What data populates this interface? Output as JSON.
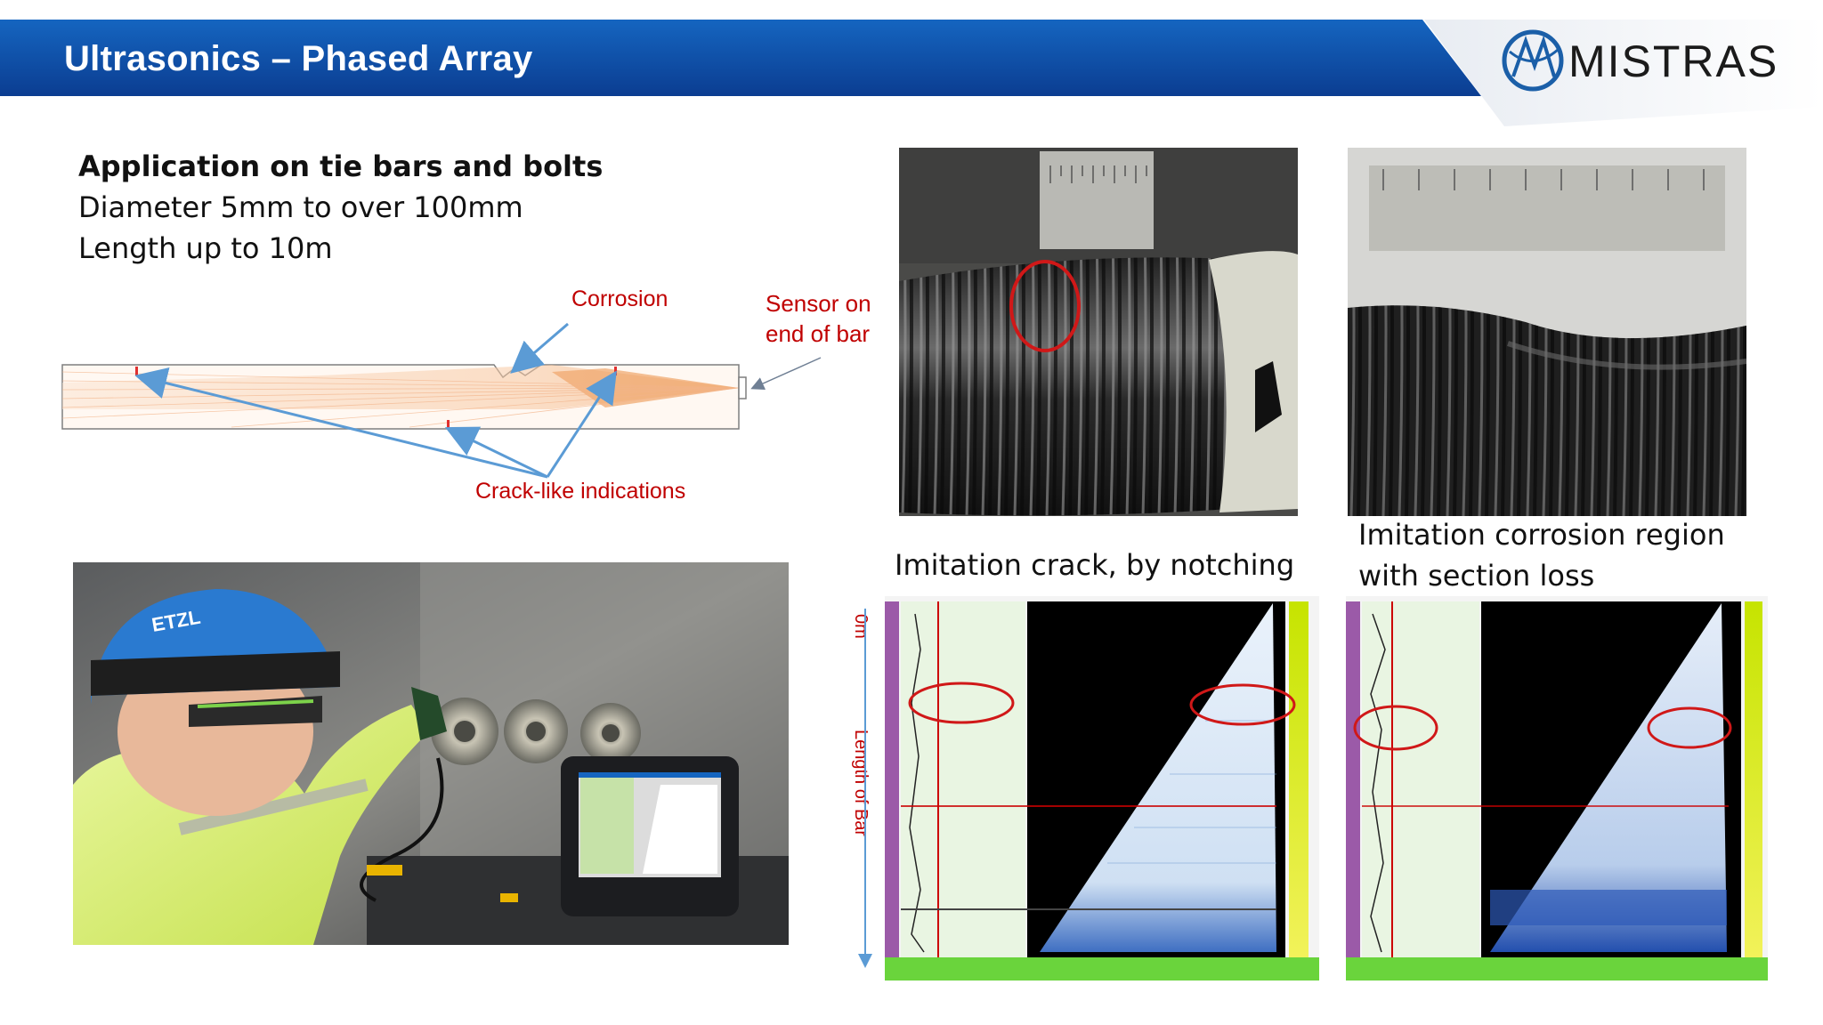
{
  "header": {
    "title": "Ultrasonics – Phased Array",
    "brand": "MISTRAS",
    "band_color": "#0d47a1"
  },
  "intro": {
    "heading": "Application on tie bars and bolts",
    "line1": "Diameter 5mm to over 100mm",
    "line2": "Length up to 10m"
  },
  "diagram": {
    "corrosion_label": "Corrosion",
    "sensor_label_line1": "Sensor on",
    "sensor_label_line2": "end of bar",
    "crack_label": "Crack-like indications",
    "label_color": "#c00000",
    "arrow_color": "#5b9bd5",
    "beam_color": "#f4b183"
  },
  "photos": {
    "crack_caption": "Imitation crack, by notching",
    "corrosion_caption_line1": "Imitation corrosion region",
    "corrosion_caption_line2": "with section loss"
  },
  "scan_axis": {
    "start_label": "0m",
    "length_label": "Length of Bar"
  }
}
